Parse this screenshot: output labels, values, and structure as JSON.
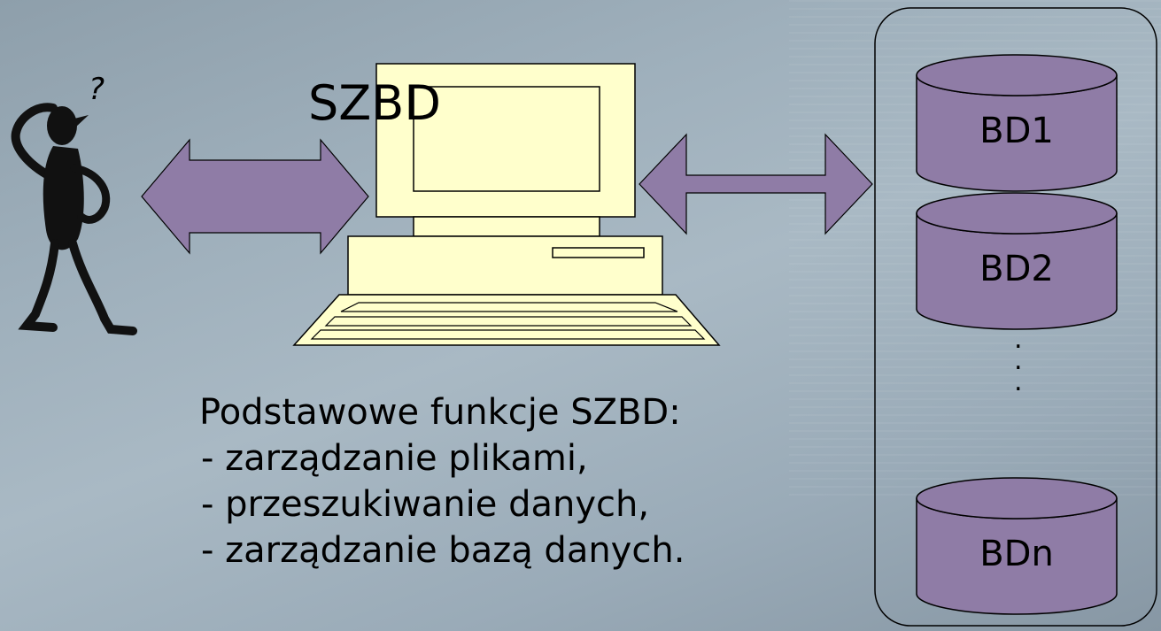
{
  "system_label": "SZBD",
  "databases": [
    {
      "label": "BD1"
    },
    {
      "label": "BD2"
    },
    {
      "label": "BDn"
    }
  ],
  "ellipsis": [
    ".",
    ".",
    "."
  ],
  "functions": {
    "title": "Podstawowe funkcje SZBD:",
    "items": [
      "- zarządzanie plikami,",
      "- przeszukiwanie danych,",
      "- zarządzanie bazą danych."
    ]
  },
  "colors": {
    "arrow_fill": "#8f7ca6",
    "database_fill": "#8f7ca6",
    "computer_fill": "#ffffcc",
    "outline": "#000000"
  }
}
